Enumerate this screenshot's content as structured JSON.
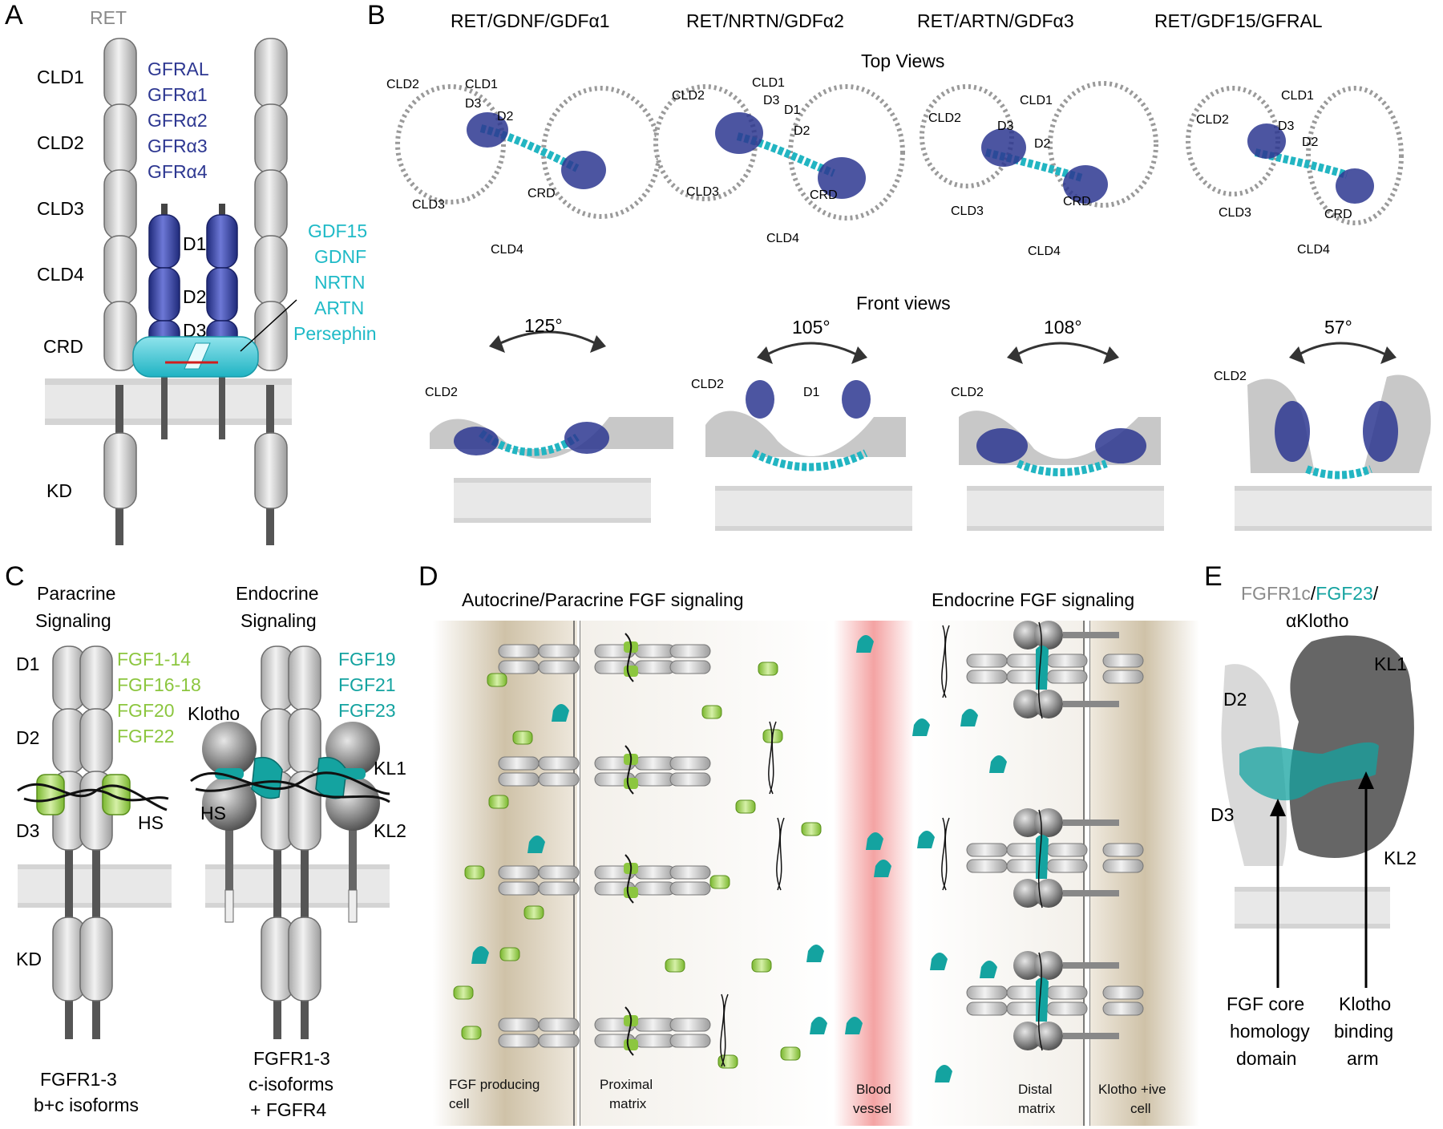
{
  "panels": {
    "a": "A",
    "b": "B",
    "c": "C",
    "d": "D",
    "e": "E"
  },
  "panel_a": {
    "title": "RET",
    "domains": [
      "CLD1",
      "CLD2",
      "CLD3",
      "CLD4",
      "CRD",
      "KD"
    ],
    "coreceptors": [
      "GFRAL",
      "GFRα1",
      "GFRα2",
      "GFRα3",
      "GFRα4"
    ],
    "gfr_domains": [
      "D1",
      "D2",
      "D3"
    ],
    "ligands": [
      "GDF15",
      "GDNF",
      "NRTN",
      "ARTN",
      "Persephin"
    ],
    "colors": {
      "receptor": "#cfcfcf",
      "coreceptor": "#2d3791",
      "ligand": "#1fbac7"
    }
  },
  "panel_b": {
    "complexes": [
      "RET/GDNF/GDFα1",
      "RET/NRTN/GDFα2",
      "RET/ARTN/GDFα3",
      "RET/GDF15/GFRAL"
    ],
    "top_views_label": "Top Views",
    "front_views_label": "Front views",
    "angles": [
      "125°",
      "105°",
      "108°",
      "57°"
    ],
    "top_labels": {
      "cld1": "CLD1",
      "cld2": "CLD2",
      "cld3": "CLD3",
      "cld4": "CLD4",
      "d1": "D1",
      "d2": "D2",
      "d3": "D3",
      "crd": "CRD"
    },
    "front_labels": {
      "cld2": "CLD2",
      "d1": "D1"
    }
  },
  "panel_c": {
    "paracrine_title": [
      "Paracrine",
      "Signaling"
    ],
    "endocrine_title": [
      "Endocrine",
      "Signaling"
    ],
    "paracrine_ligands": [
      "FGF1-14",
      "FGF16-18",
      "FGF20",
      "FGF22"
    ],
    "endocrine_ligands": [
      "FGF19",
      "FGF21",
      "FGF23"
    ],
    "domains": [
      "D1",
      "D2",
      "D3",
      "KD"
    ],
    "klotho": "Klotho",
    "kl1": "KL1",
    "kl2": "KL2",
    "hs": "HS",
    "paracrine_caption": [
      "FGFR1-3",
      "b+c isoforms"
    ],
    "endocrine_caption": [
      "FGFR1-3",
      "c-isoforms",
      "+ FGFR4"
    ],
    "colors": {
      "paracrine_ligand": "#8cc63f",
      "endocrine_ligand": "#14a3a0",
      "klotho": "#7a7a7a"
    }
  },
  "panel_d": {
    "left_title": "Autocrine/Paracrine FGF signaling",
    "right_title": "Endocrine FGF signaling",
    "zones": [
      [
        "FGF producing",
        "cell"
      ],
      [
        "Proximal",
        "matrix"
      ],
      [
        "Blood",
        "vessel"
      ],
      [
        "Distal",
        "matrix"
      ],
      [
        "Klotho +ive",
        "cell"
      ]
    ]
  },
  "panel_e": {
    "title_parts": [
      "FGFR1c",
      "/",
      "FGF23",
      "/"
    ],
    "title_line2": "αKlotho",
    "labels": {
      "kl1": "KL1",
      "kl2": "KL2",
      "d2": "D2",
      "d3": "D3"
    },
    "arrow_left": [
      "FGF core",
      "homology",
      "domain"
    ],
    "arrow_right": [
      "Klotho",
      "binding",
      "arm"
    ]
  }
}
